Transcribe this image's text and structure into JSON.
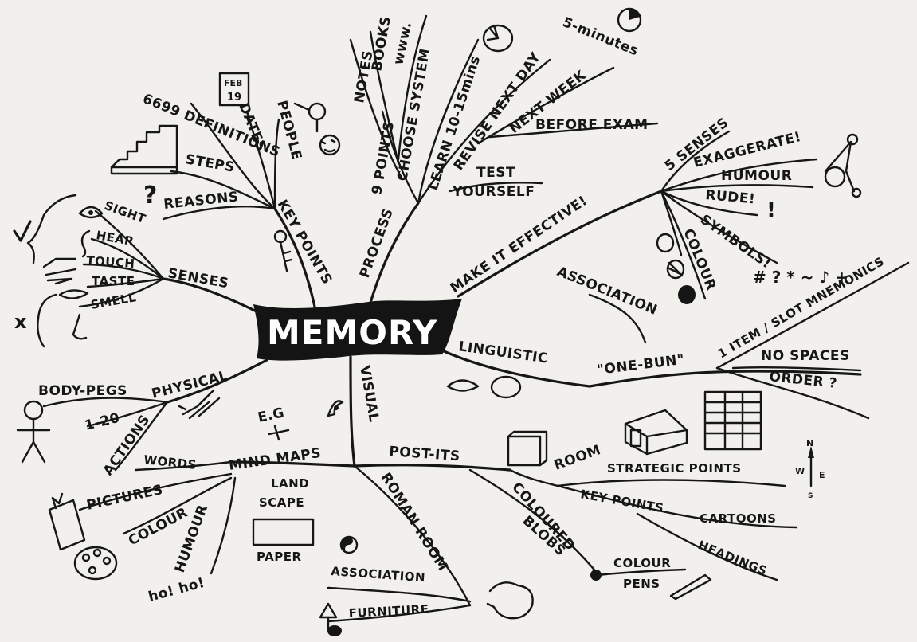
{
  "center": "MEMORY",
  "branches": {
    "key_points": {
      "label": "KEY POINTS",
      "definitions": "6699 DEFINITIONS",
      "dates": "DATES",
      "calendar_month": "FEB",
      "calendar_day": "19",
      "people": "PEOPLE",
      "steps": "STEPS",
      "reasons": "REASONS"
    },
    "process": {
      "label": "PROCESS",
      "points": "9 POINTS",
      "choose_system": "CHOOSE SYSTEM",
      "notes": "NOTES",
      "books": "BOOKS",
      "www": "www.",
      "learn": "LEARN 10-15mins",
      "revise": "REVISE NEXT DAY",
      "next_week": "NEXT WEEK",
      "five_minutes": "5-minutes",
      "before_exam": "BEFORE EXAM",
      "test": "TEST",
      "yourself": "YOURSELF"
    },
    "make_effective": {
      "label": "MAKE IT EFFECTIVE!",
      "five_senses": "5 SENSES",
      "exaggerate": "EXAGGERATE!",
      "humour": "HUMOUR",
      "rude": "RUDE!",
      "symbols": "SYMBOLS!",
      "colour": "COLOUR",
      "association": "ASSOCIATION",
      "symbol_glyphs": "# ? * ~ ♪ +"
    },
    "senses": {
      "label": "SENSES",
      "items": [
        "SIGHT",
        "HEAR",
        "TOUCH",
        "TASTE",
        "SMELL"
      ]
    },
    "linguistic": {
      "label": "LINGUISTIC",
      "one_bun": "\"ONE-BUN\"",
      "one_item": "1 ITEM / SLOT MNEMONICS",
      "no_spaces": "NO SPACES",
      "order": "ORDER ?"
    },
    "physical": {
      "label": "PHYSICAL",
      "body_pegs": "BODY-PEGS",
      "one_twenty": "1-20",
      "actions": "ACTIONS"
    },
    "visual": {
      "label": "VISUAL",
      "eg": "E.G",
      "mind_maps": "MIND MAPS",
      "words": "WORDS",
      "pictures": "PICTURES",
      "colour": "COLOUR",
      "humour": "HUMOUR",
      "hoho": "ho! ho!",
      "landscape_1": "LAND",
      "landscape_2": "SCAPE",
      "paper": "PAPER",
      "post_its": "POST-ITS",
      "roman_room": "ROMAN ROOM",
      "association": "ASSOCIATION",
      "furniture": "FURNITURE",
      "coloured": "COLOURED",
      "blobs": "BLOBS",
      "colour_pens_1": "COLOUR",
      "colour_pens_2": "PENS",
      "room": "ROOM",
      "strategic_points": "STRATEGIC POINTS",
      "key_points": "KEY POINTS",
      "cartoons": "CARTOONS",
      "headings": "HEADINGS",
      "compass_n": "N",
      "compass_w": "W",
      "compass_e": "E",
      "compass_s": "S"
    }
  },
  "colors": {
    "paper": "#f1f0ec",
    "ink": "#161616",
    "center_text": "#ffffff"
  }
}
